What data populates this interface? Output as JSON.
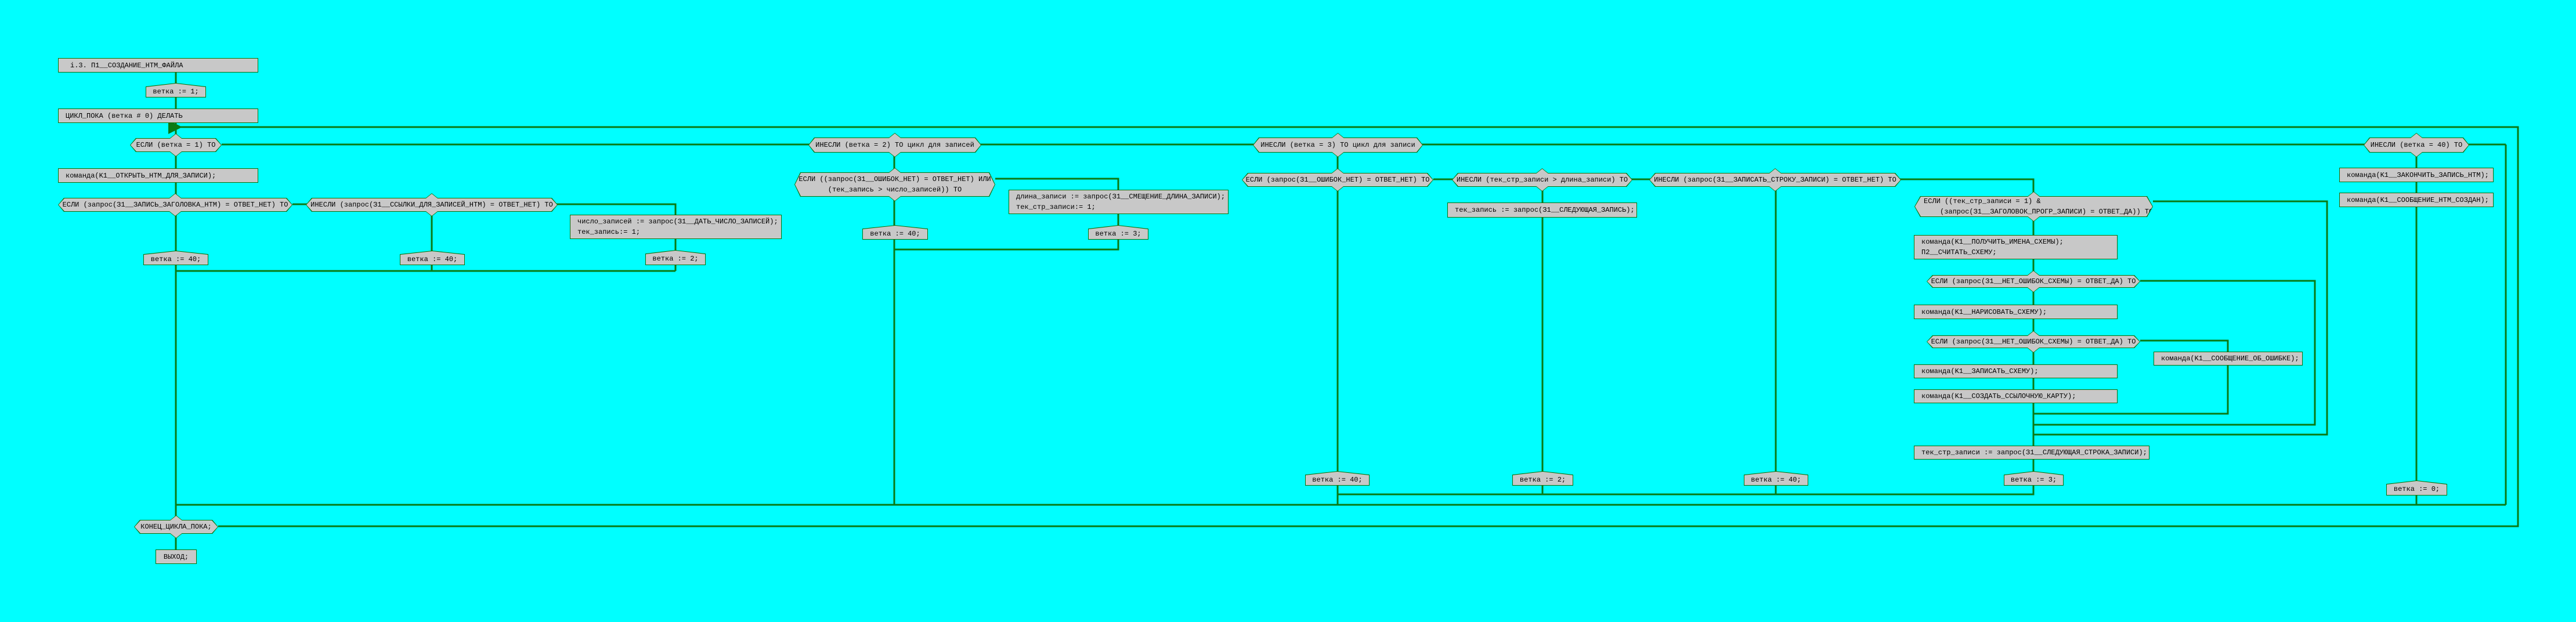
{
  "colors": {
    "background": "#00ffff",
    "box": "#c8c8c8",
    "line": "#0a7a14"
  },
  "header": {
    "title": "i.3. П1__СОЗДАНИЕ_НТМ_ФАЙЛА",
    "init": "ветка := 1;",
    "loop": "ЦИКЛ_ПОКА (ветка # 0)  ДЕЛАТЬ"
  },
  "branch1": {
    "cond": "ЕСЛИ (ветка = 1) ТО",
    "open": "команда(K1__ОТКРЫТЬ_НТМ_ДЛЯ_ЗАПИСИ);",
    "if_header": "ЕСЛИ (запрос(З1__ЗАПИСЬ_ЗАГОЛОВКА_НТМ) = ОТВЕТ_НЕТ) ТО",
    "elif_links": "ИНЕСЛИ (запрос(З1__ССЫЛКИ_ДЛЯ_ЗАПИСЕЙ_НТМ) = ОТВЕТ_НЕТ) ТО",
    "count_line1": "число_записей := запрос(З1__ДАТЬ_ЧИСЛО_ЗАПИСЕЙ);",
    "count_line2": "тек_запись:= 1;",
    "set40a": "ветка := 40;",
    "set40b": "ветка := 40;",
    "set2": "ветка := 2;"
  },
  "branch2": {
    "cond": "ИНЕСЛИ (ветка = 2) ТО  цикл для записей",
    "if_line1": "ЕСЛИ ((запрос(З1__ОШИБОК_НЕТ) = ОТВЕТ_НЕТ) ИЛИ",
    "if_line2": "(тек_запись > число_записей)) ТО",
    "len_line1": "длина_записи := запрос(З1__СМЕЩЕНИЕ_ДЛИНА_ЗАПИСИ);",
    "len_line2": "тек_стр_записи:= 1;",
    "set40": "ветка := 40;",
    "set3": "ветка := 3;"
  },
  "branch3": {
    "cond": "ИНЕСЛИ (ветка = 3) ТО  цикл для записи",
    "if_err": "ЕСЛИ (запрос(З1__ОШИБОК_НЕТ) = ОТВЕТ_НЕТ) ТО",
    "elif_len": "ИНЕСЛИ (тек_стр_записи > длина_записи) ТО",
    "next_rec": "тек_запись := запрос(З1__СЛЕДУЮЩАЯ_ЗАПИСЬ);",
    "elif_write": "ИНЕСЛИ (запрос(З1__ЗАПИСАТЬ_СТРОКУ_ЗАПИСИ) = ОТВЕТ_НЕТ) ТО",
    "first_line1": "ЕСЛИ ((тек_стр_записи = 1) &",
    "first_line2": "(запрос(З1__ЗАГОЛОВОК_ПРОГР_ЗАПИСИ) = ОТВЕТ_ДА)) ТО",
    "names_line1": "команда(K1__ПОЛУЧИТЬ_ИМЕНА_СХЕМЫ);",
    "names_line2": "П2__СЧИТАТЬ_СХЕМУ;",
    "ok1": "ЕСЛИ (запрос(З1__НЕТ_ОШИБОК_СХЕМЫ) = ОТВЕТ_ДА) ТО",
    "draw": "команда(K1__НАРИСОВАТЬ_СХЕМУ);",
    "ok2": "ЕСЛИ (запрос(З1__НЕТ_ОШИБОК_СХЕМЫ) = ОТВЕТ_ДА) ТО",
    "errmsg": "команда(K1__СООБЩЕНИЕ_ОБ_ОШИБКЕ);",
    "save": "команда(K1__ЗАПИСАТЬ_СХЕМУ);",
    "map": "команда(K1__СОЗДАТЬ_ССЫЛОЧНУЮ_КАРТУ);",
    "next_line": "тек_стр_записи := запрос(З1__СЛЕДУЮЩАЯ_СТРОКА_ЗАПИСИ);",
    "set40a": "ветка := 40;",
    "set2": "ветка := 2;",
    "set40b": "ветка := 40;",
    "set3": "ветка := 3;"
  },
  "branch40": {
    "cond": "ИНЕСЛИ (ветка = 40) ТО",
    "finish": "команда(K1__ЗАКОНЧИТЬ_ЗАПИСЬ_НТМ);",
    "created": "команда(K1__СООБЩЕНИЕ_НТМ_СОЗДАН);",
    "set0": "ветка := 0;"
  },
  "footer": {
    "end_loop": "КОНЕЦ_ЦИКЛА_ПОКА;",
    "exit": "ВЫХОД;"
  }
}
